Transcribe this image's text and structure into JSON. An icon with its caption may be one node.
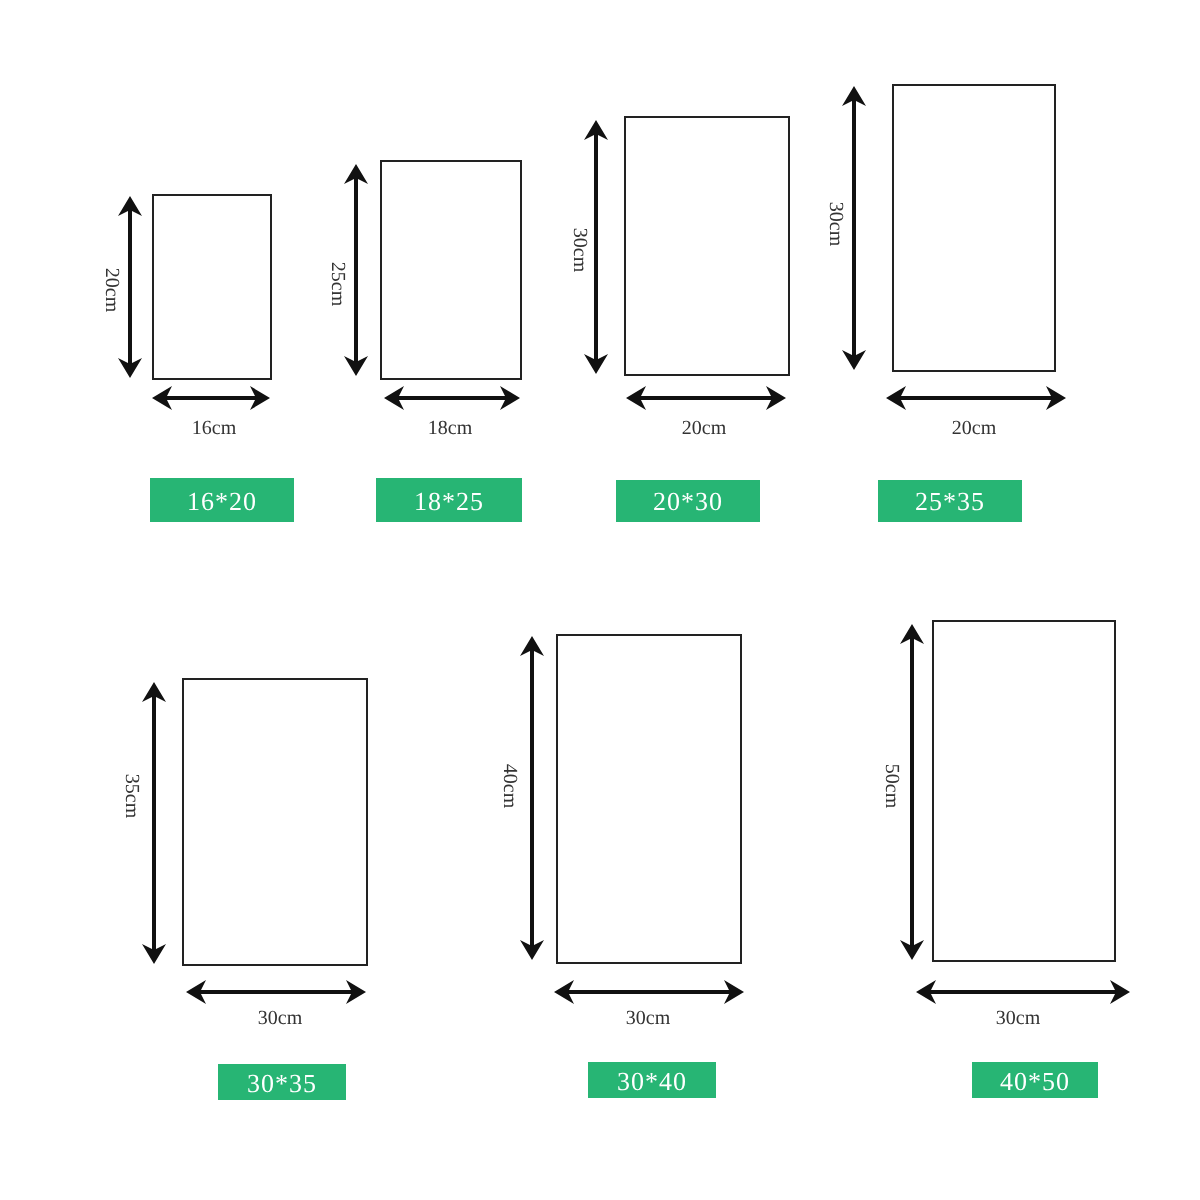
{
  "diagram": {
    "nodes": [
      {
        "text": [],
        "shape": "box",
        "beside": [
          "20cm",
          "16cm"
        ]
      },
      {
        "text": [],
        "shape": "box",
        "beside": [
          "25cm",
          "18cm"
        ]
      },
      {
        "text": [],
        "shape": "box",
        "beside": [
          "30cm",
          "20cm"
        ]
      },
      {
        "text": [],
        "shape": "box",
        "beside": [
          "30cm",
          "20cm"
        ]
      },
      {
        "text": [
          "16*20"
        ]
      },
      {
        "text": [
          "18*25"
        ]
      },
      {
        "text": [
          "20*30"
        ]
      },
      {
        "text": [
          "25*35"
        ]
      },
      {
        "text": [],
        "shape": "box",
        "beside": [
          "35cm",
          "30cm"
        ]
      },
      {
        "text": [],
        "shape": "box",
        "beside": [
          "40cm",
          "30cm"
        ]
      },
      {
        "text": [],
        "shape": "box",
        "beside": [
          "50cm",
          "30cm"
        ]
      },
      {
        "text": [
          "30*35"
        ]
      },
      {
        "text": [
          "30*40"
        ]
      },
      {
        "text": [
          "40*50"
        ]
      }
    ]
  }
}
